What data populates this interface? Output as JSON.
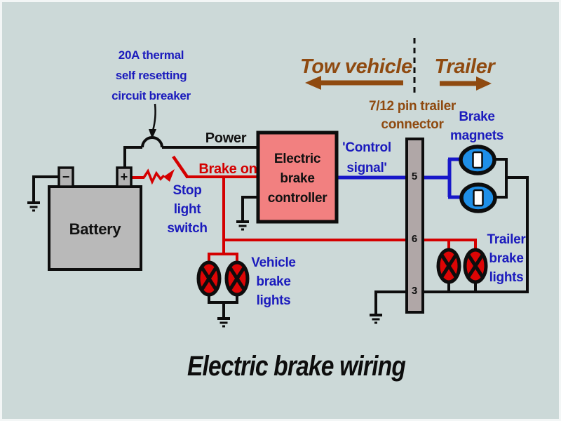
{
  "title": "Electric brake wiring",
  "labels": {
    "breaker": [
      "20A thermal",
      "self resetting",
      "circuit breaker"
    ],
    "power": "Power",
    "brake_on": "Brake on",
    "stop_switch": [
      "Stop",
      "light",
      "switch"
    ],
    "battery": "Battery",
    "battery_minus": "−",
    "battery_plus": "+",
    "controller": [
      "Electric",
      "brake",
      "controller"
    ],
    "control_signal": [
      "'Control",
      "signal'"
    ],
    "tow_vehicle": "Tow vehicle",
    "trailer": "Trailer",
    "connector": [
      "7/12 pin trailer",
      "connector"
    ],
    "brake_magnets": [
      "Brake",
      "magnets"
    ],
    "vehicle_lights": [
      "Vehicle",
      "brake",
      "lights"
    ],
    "trailer_lights": [
      "Trailer",
      "brake",
      "lights"
    ],
    "pin5": "5",
    "pin6": "6",
    "pin3": "3"
  },
  "colors": {
    "background": "#ccd9d8",
    "label_blue": "#1b1bbd",
    "label_brown": "#8f4a10",
    "wire_red": "#d40000",
    "wire_blue": "#1717c9",
    "wire_black": "#0d0d0d",
    "controller_fill": "#f28080",
    "battery_fill": "#b9b9b9",
    "terminal_fill": "#b3b3b3",
    "connector_fill": "#b0a7a7",
    "magnet_fill": "#1e8fe8",
    "lamp_fill": "#dd0505"
  }
}
